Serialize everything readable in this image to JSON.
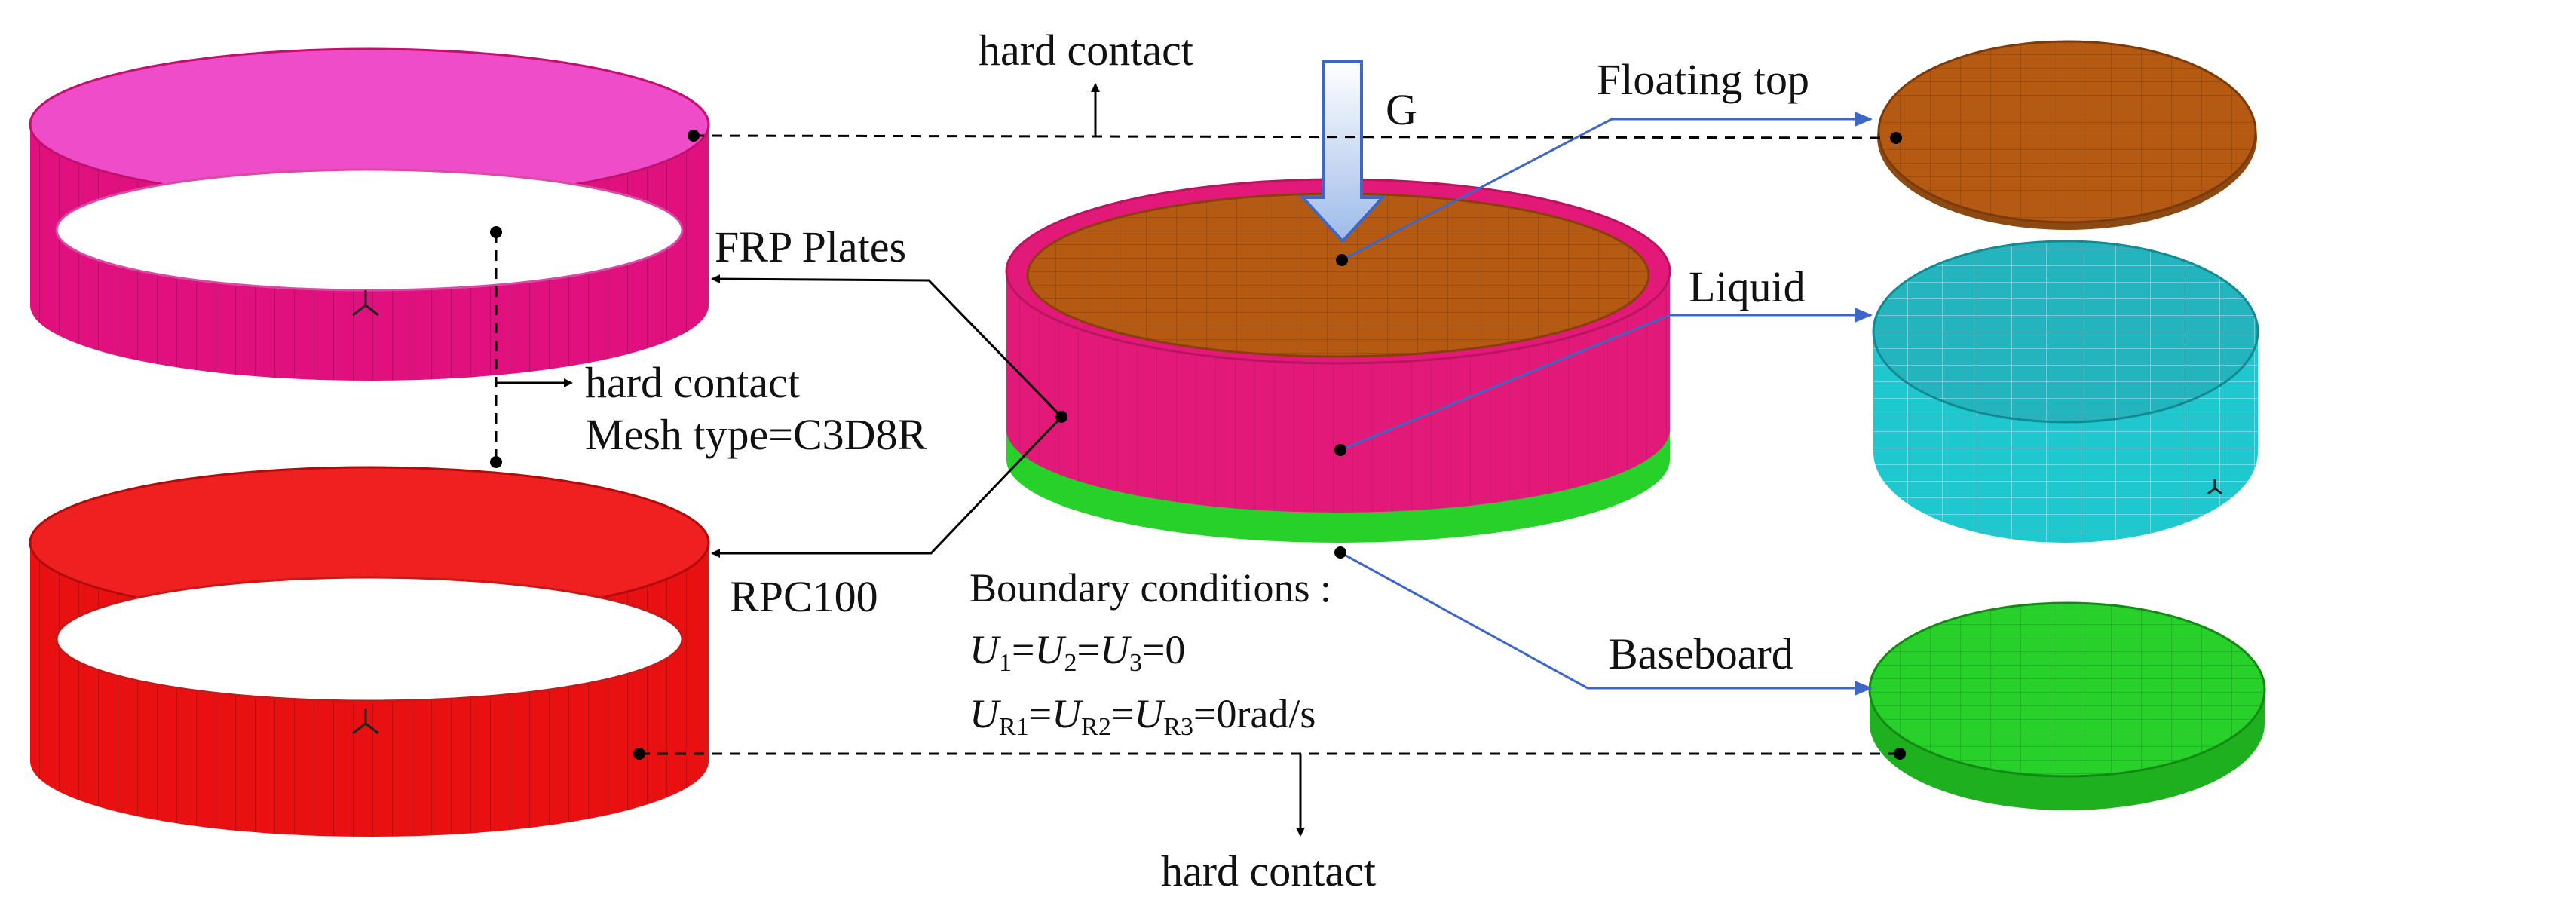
{
  "labels": {
    "hard_contact_top": "hard contact",
    "gravity": "G",
    "floating_top": "Floating top",
    "frp_plates": "FRP Plates",
    "liquid": "Liquid",
    "hard_contact_mid": "hard contact",
    "mesh_type": "Mesh type=C3D8R",
    "rpc100": "RPC100",
    "boundary_title": "Boundary conditions :",
    "bc_line1": {
      "u": "U",
      "s1": "1",
      "eq1": "=",
      "s2": "2",
      "eq2": "=",
      "s3": "3",
      "tail": "=0"
    },
    "bc_line2": {
      "u": "U",
      "s1": "R1",
      "eq1": "=",
      "s2": "R2",
      "eq2": "=",
      "s3": "R3",
      "tail": "=0rad/s"
    },
    "baseboard": "Baseboard",
    "hard_contact_bottom": "hard contact"
  },
  "colors": {
    "frp_ring": "#e0117f",
    "frp_ring_top": "#ee4cc8",
    "rpc_ring": "#e81010",
    "floating_top": "#b55a12",
    "liquid": "#1fc8cf",
    "liquid_top": "#24b4be",
    "baseboard": "#27d12a",
    "assembly_body": "#e3197a",
    "leader_blue": "#3e66c4",
    "arrow_fill": "#c4d6f3"
  }
}
